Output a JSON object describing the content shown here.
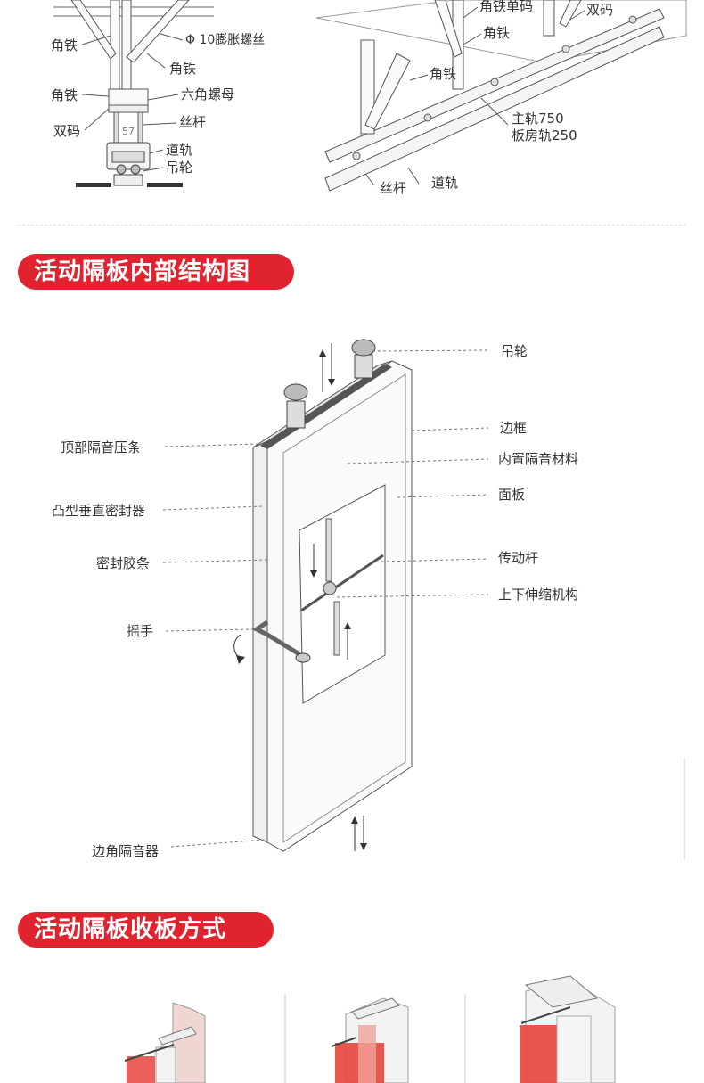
{
  "top_left_diagram": {
    "labels": {
      "angle_iron_1": "角铁",
      "expansion_bolt": "Φ 10膨胀螺丝",
      "angle_iron_2": "角铁",
      "angle_iron_3": "角铁",
      "hex_nut": "六角螺母",
      "double_clamp": "双码",
      "screw_rod": "丝杆",
      "dim_57": "57",
      "track": "道轨",
      "hanging_wheel": "吊轮"
    }
  },
  "top_right_diagram": {
    "labels": {
      "single_angle_clamp": "角铁单码",
      "double_clamp": "双码",
      "angle_iron_1": "角铁",
      "angle_iron_2": "角铁",
      "main_rail": "主轨750",
      "board_rail": "板房轨250",
      "screw_rod": "丝杆",
      "track": "道轨"
    }
  },
  "section_internal": {
    "title": "活动隔板内部结构图",
    "labels_left": {
      "top_seal_strip": "顶部隔音压条",
      "convex_vertical_seal": "凸型垂直密封器",
      "seal_rubber_strip": "密封胶条",
      "crank_handle": "摇手",
      "corner_soundproof": "边角隔音器"
    },
    "labels_right": {
      "hanging_wheel": "吊轮",
      "frame": "边框",
      "soundproof_material": "内置隔音材料",
      "panel": "面板",
      "transmission_rod": "传动杆",
      "telescopic_mechanism": "上下伸缩机构"
    }
  },
  "section_stacking": {
    "title": "活动隔板收板方式"
  },
  "colors": {
    "banner": "#e0242f",
    "line": "#555555",
    "red_panel": "#e8453c"
  }
}
